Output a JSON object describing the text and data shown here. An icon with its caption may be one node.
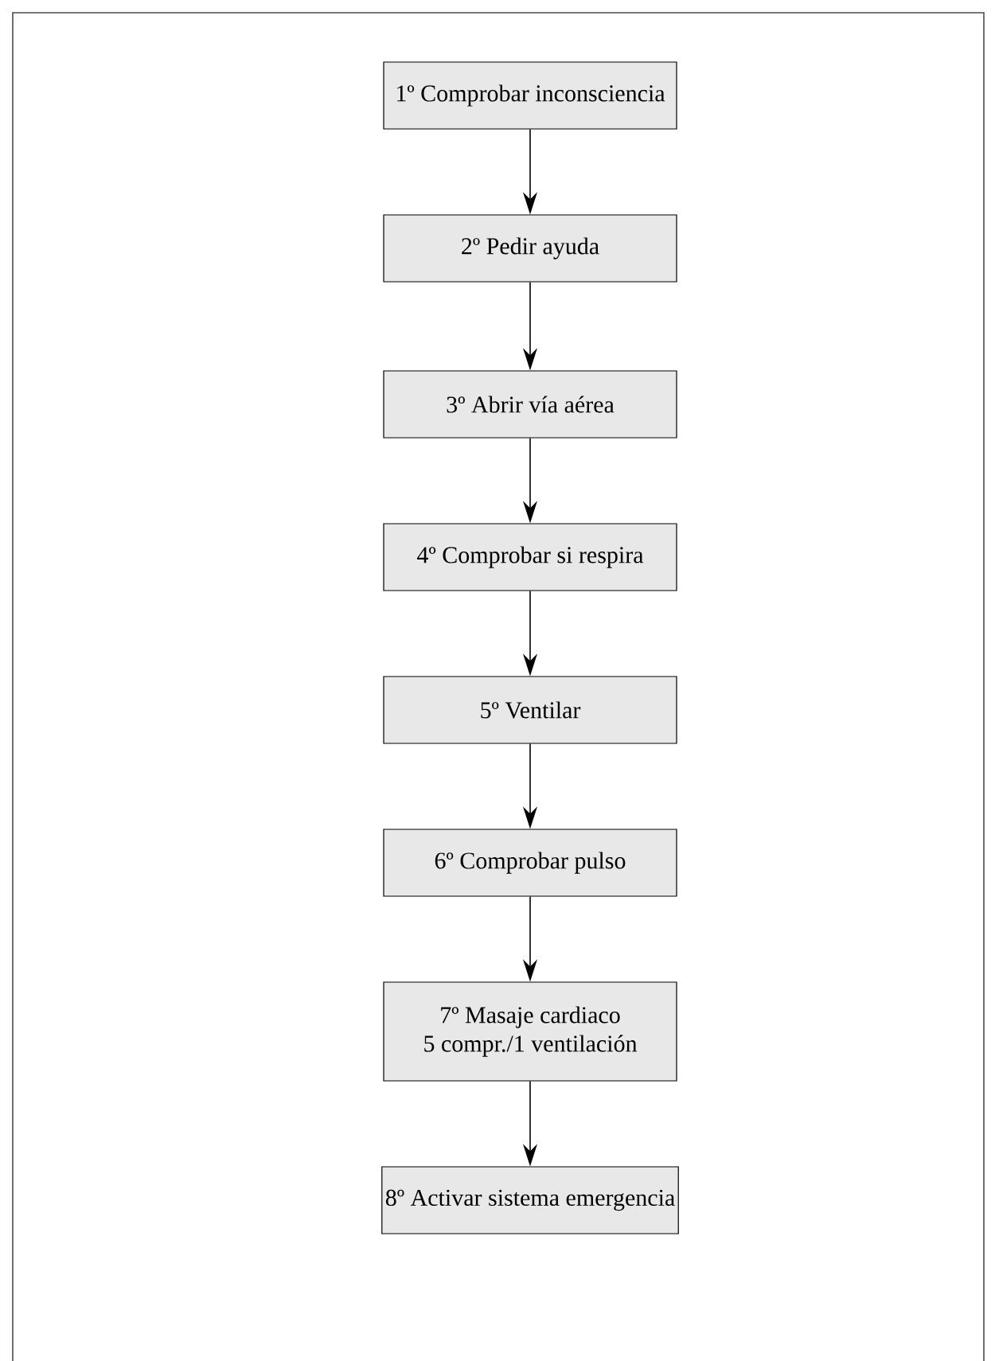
{
  "diagram": {
    "nodes": [
      {
        "text": [
          "1º Comprobar inconsciencia"
        ]
      },
      {
        "text": [
          "2º Pedir ayuda"
        ]
      },
      {
        "text": [
          "3º Abrir vía aérea"
        ]
      },
      {
        "text": [
          "4º Comprobar si respira"
        ]
      },
      {
        "text": [
          "5º Ventilar"
        ]
      },
      {
        "text": [
          "6º Comprobar pulso"
        ]
      },
      {
        "text": [
          "7º Masaje cardiaco",
          "5 compr./1 ventilación"
        ]
      },
      {
        "text": [
          "8º Activar sistema emergencia"
        ]
      }
    ],
    "edges": [
      {
        "from": 0,
        "to": 1,
        "arrow": "to"
      },
      {
        "from": 1,
        "to": 2,
        "arrow": "to"
      },
      {
        "from": 2,
        "to": 3,
        "arrow": "to"
      },
      {
        "from": 3,
        "to": 4,
        "arrow": "to"
      },
      {
        "from": 4,
        "to": 5,
        "arrow": "to"
      },
      {
        "from": 5,
        "to": 6,
        "arrow": "to"
      },
      {
        "from": 6,
        "to": 7,
        "arrow": "to"
      }
    ]
  }
}
